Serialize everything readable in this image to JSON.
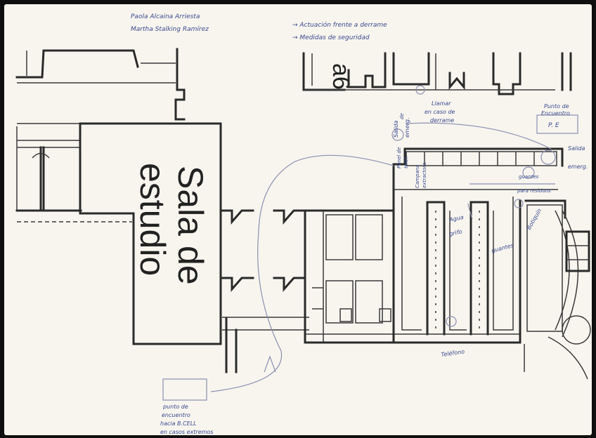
{
  "header_notes": {
    "names": [
      "Paola Alcaina Arriesta",
      "Martha Stalking Ramírez"
    ],
    "bullets": [
      "→ Actuación frente a derrame",
      "→ Medidas de seguridad"
    ]
  },
  "room": {
    "label_line1": "Sala de",
    "label_line2": "estudio"
  },
  "marker": {
    "text": "a6"
  },
  "annotations": {
    "llamar": [
      "Llamar",
      "en caso de",
      "derrame"
    ],
    "punto_encuentro": [
      "Punto de",
      "Encuentro"
    ],
    "pe_box": "P. E",
    "salida": [
      "Salida",
      "emerg."
    ],
    "panel": [
      "Panel de",
      "telef."
    ],
    "guantes_label": [
      "guantes",
      "para residuos"
    ],
    "agua": [
      "Agua",
      "grifo"
    ],
    "botiquin": "Botiquín",
    "guantes": "guantes",
    "telefono": "Teléfono",
    "campana": [
      "Campana",
      "extractora"
    ],
    "salida_vert": [
      "Salida",
      "de",
      "emerg."
    ],
    "bottom_note": [
      "punto de",
      "encuentro",
      "hacia B.CELL",
      "en casos extremos"
    ]
  },
  "colors": {
    "ink": "#3b4a8f",
    "paper": "#f7f5ee",
    "lines": "#2a2a2a"
  }
}
